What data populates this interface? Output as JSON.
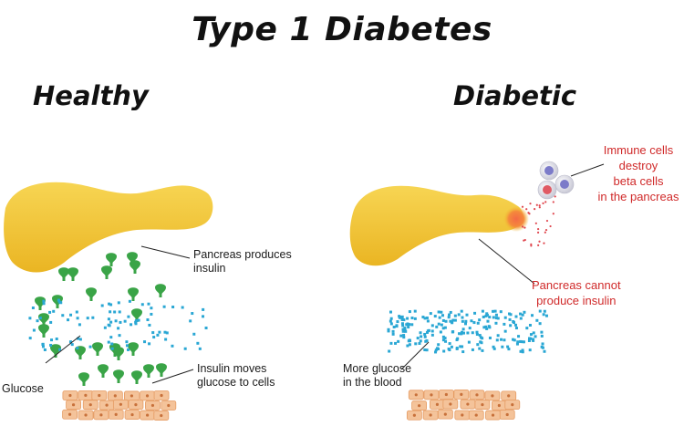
{
  "title": "Type 1 Diabetes",
  "panels": {
    "healthy": {
      "heading": "Healthy",
      "labels": {
        "pancreas_produces": [
          "Pancreas produces",
          "insulin"
        ],
        "insulin_moves": [
          "Insulin moves",
          "glucose to cells"
        ],
        "glucose": "Glucose"
      }
    },
    "diabetic": {
      "heading": "Diabetic",
      "labels": {
        "immune_cells": [
          "Immune cells",
          "destroy",
          "beta cells",
          "in the pancreas"
        ],
        "pancreas_cannot": [
          "Pancreas cannot",
          "produce insulin"
        ],
        "more_glucose": [
          "More glucose",
          "in the blood"
        ]
      }
    }
  },
  "colors": {
    "pancreas": "#f2c230",
    "insulin": "#3aa447",
    "glucose": "#2aa7d4",
    "cells": "#f4c39a",
    "cell_outline": "#e59b63",
    "annotation_red": "#d02a2a",
    "immune_cell": "#7c7bc9"
  }
}
